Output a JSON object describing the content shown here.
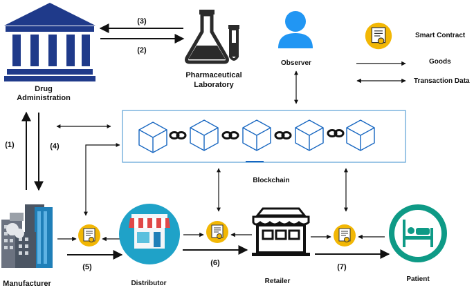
{
  "nodes": {
    "drug_admin": {
      "line1": "Drug",
      "line2": "Administration"
    },
    "pharma_lab": {
      "line1": "Pharmaceutical",
      "line2": "Laboratory"
    },
    "observer": {
      "label": "Observer"
    },
    "manufacturer": {
      "label": "Manufacturer"
    },
    "distributor": {
      "label": "Distributor"
    },
    "retailer": {
      "label": "Retailer"
    },
    "patient": {
      "label": "Patient"
    },
    "blockchain": {
      "label": "Blockchain"
    }
  },
  "legend": {
    "smart_contract": "Smart Contract",
    "goods": "Goods",
    "transaction_data": "Transaction Data"
  },
  "steps": {
    "s1": "(1)",
    "s2": "(2)",
    "s3": "(3)",
    "s4": "(4)",
    "s5": "(5)",
    "s6": "(6)",
    "s7": "(7)"
  },
  "colors": {
    "gov_blue": "#1f3a8a",
    "block_blue": "#1565c0",
    "observer_blue": "#2196f3",
    "shop_teal": "#1fa2c8",
    "patient_teal": "#0e9a86",
    "contract_gold": "#f2b705",
    "arrow": "#111111"
  }
}
